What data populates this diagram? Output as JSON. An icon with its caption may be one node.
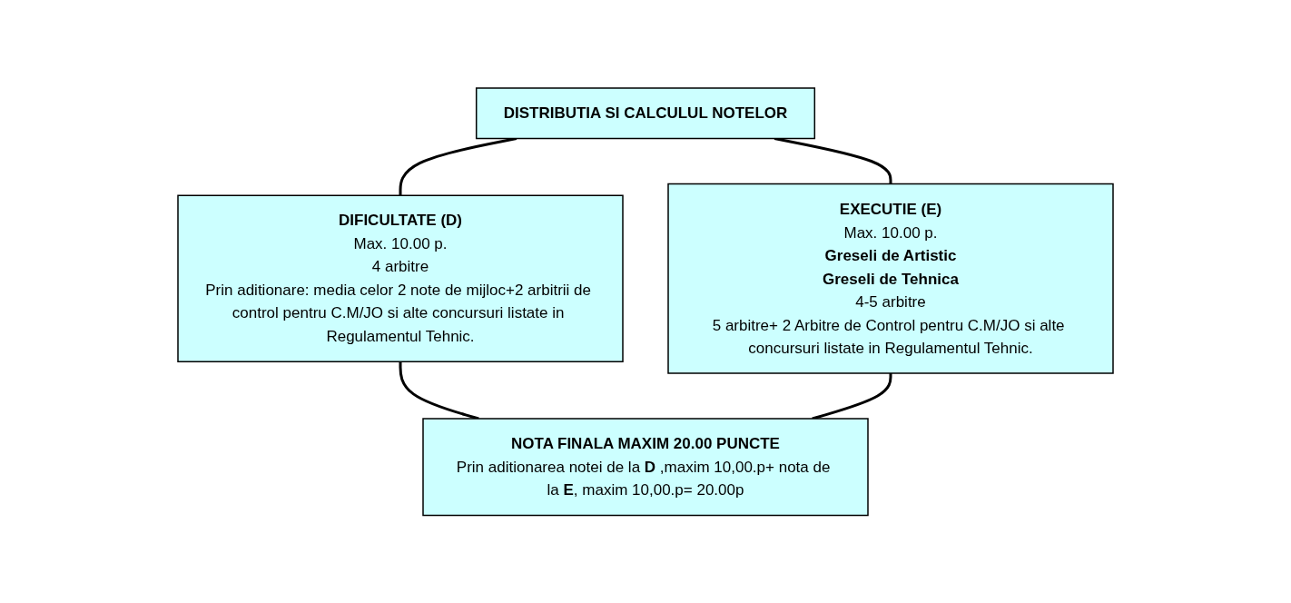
{
  "diagram": {
    "nodes": [
      {
        "text": [
          "DISTRIBUTIA SI CALCULUL NOTELOR"
        ]
      },
      {
        "text": [
          "DIFICULTATE (D)",
          "Max. 10.00 p.",
          "4 arbitre",
          "Prin aditionare: media celor 2 note de mijloc+2 arbitrii de control pentru C.M/JO si alte concursuri listate in Regulamentul Tehnic."
        ]
      },
      {
        "text": [
          "EXECUTIE (E)",
          "Max. 10.00 p.",
          "Greseli de Artistic",
          "Greseli de Tehnica",
          "4-5 arbitre",
          "5 arbitre+ 2 Arbitre de Control pentru C.M/JO si alte concursuri listate in Regulamentul Tehnic."
        ]
      },
      {
        "text": [
          "NOTA FINALA MAXIM 20.00 PUNCTE",
          "Prin aditionarea notei de la **D** ,maxim 10,00.p+ nota de la **E**, maxim 10,00.p= 20.00p"
        ]
      }
    ],
    "edges": [
      {
        "from": 0,
        "to": 1,
        "arrow": "none"
      },
      {
        "from": 0,
        "to": 2,
        "arrow": "none"
      },
      {
        "from": 1,
        "to": 3,
        "arrow": "none"
      },
      {
        "from": 2,
        "to": 3,
        "arrow": "none"
      }
    ]
  }
}
